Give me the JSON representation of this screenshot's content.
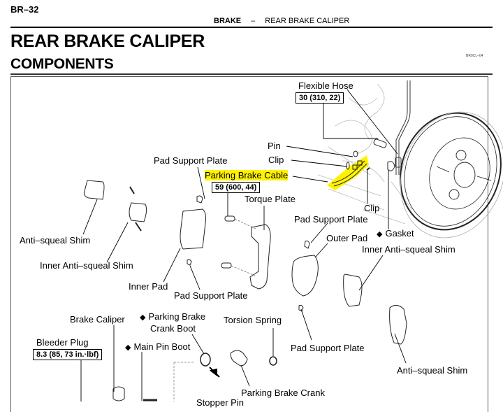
{
  "header": {
    "page_number": "BR–32",
    "section": "BRAKE",
    "separator": "–",
    "subsection": "REAR BRAKE CALIPER"
  },
  "title": "REAR BRAKE CALIPER",
  "subtitle": "COMPONENTS",
  "figure_code": "BR0CL–04",
  "highlight_color": "#fff200",
  "labels": {
    "flexible_hose": "Flexible Hose",
    "pin": "Pin",
    "clip_upper": "Clip",
    "parking_brake_cable": "Parking Brake Cable",
    "pad_support_plate_top": "Pad Support Plate",
    "torque_plate": "Torque Plate",
    "clip_lower": "Clip",
    "gasket": "Gasket",
    "anti_squeal_shim_left": "Anti–squeal Shim",
    "inner_anti_squeal_shim_left": "Inner Anti–squeal Shim",
    "inner_pad": "Inner Pad",
    "pad_support_plate_mid": "Pad Support Plate",
    "pad_support_plate_right": "Pad Support Plate",
    "outer_pad": "Outer Pad",
    "inner_anti_squeal_shim_right": "Inner Anti–squeal Shim",
    "brake_caliper": "Brake Caliper",
    "parking_brake_crank_boot_1": "Parking Brake",
    "parking_brake_crank_boot_2": "Crank Boot",
    "torsion_spring": "Torsion Spring",
    "bleeder_plug": "Bleeder Plug",
    "main_pin_boot": "Main Pin Boot",
    "pad_support_plate_bottom": "Pad Support Plate",
    "anti_squeal_shim_right": "Anti–squeal Shim",
    "parking_brake_crank": "Parking Brake Crank",
    "stopper_pin": "Stopper Pin"
  },
  "torque_specs": {
    "flexible_hose": "30 (310, 22)",
    "torque_plate_bolt": "59 (600, 44)",
    "bleeder_plug": "8.3 (85, 73 in.·lbf)"
  },
  "symbols": {
    "non_reusable": "◆"
  }
}
